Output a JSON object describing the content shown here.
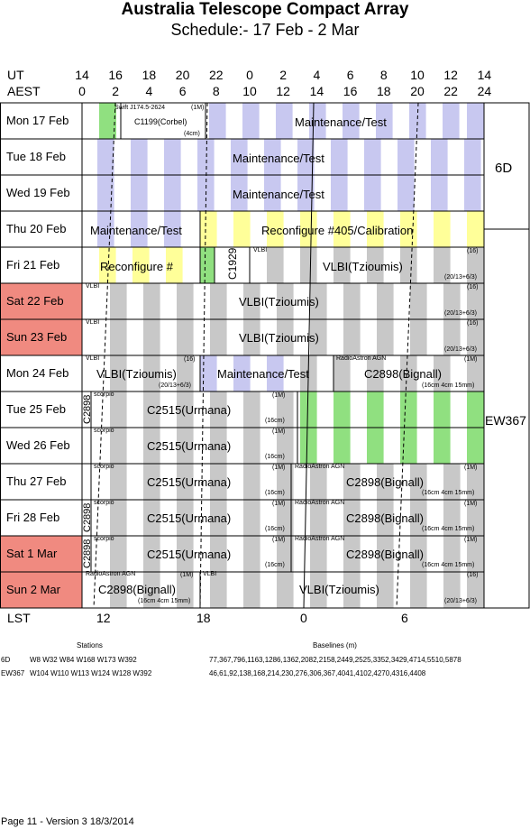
{
  "title": "Australia Telescope Compact Array",
  "subtitle": "Schedule:- 17 Feb - 2  Mar",
  "ut_label": "UT",
  "aest_label": "AEST",
  "ut_ticks": [
    "14",
    "16",
    "18",
    "20",
    "22",
    "0",
    "2",
    "4",
    "6",
    "8",
    "10",
    "12",
    "14"
  ],
  "aest_ticks": [
    "0",
    "2",
    "4",
    "6",
    "8",
    "10",
    "12",
    "14",
    "16",
    "18",
    "20",
    "22",
    "24"
  ],
  "lst_label": "LST",
  "lst_ticks": [
    "12",
    "18",
    "0",
    "6"
  ],
  "config_labels": [
    "6D",
    "EW367"
  ],
  "days": [
    {
      "label": "Mon  17 Feb",
      "weekend": false
    },
    {
      "label": "Tue   18 Feb",
      "weekend": false
    },
    {
      "label": "Wed  19 Feb",
      "weekend": false
    },
    {
      "label": "Thu   20 Feb",
      "weekend": false
    },
    {
      "label": "Fri    21 Feb",
      "weekend": false
    },
    {
      "label": "Sat   22 Feb",
      "weekend": true
    },
    {
      "label": "Sun   23 Feb",
      "weekend": true
    },
    {
      "label": "Mon  24 Feb",
      "weekend": false
    },
    {
      "label": "Tue   25 Feb",
      "weekend": false
    },
    {
      "label": "Wed  26 Feb",
      "weekend": false
    },
    {
      "label": "Thu   27 Feb",
      "weekend": false
    },
    {
      "label": "Fri    28 Feb",
      "weekend": false
    },
    {
      "label": "Sat    1  Mar",
      "weekend": true
    },
    {
      "label": "Sun   2  Mar",
      "weekend": true
    }
  ],
  "blocks": {
    "mon17_swift": "Swift J174.5-2624",
    "mon17_swift_code": "(1M)",
    "mon17_c1199": "C1199(Corbel)",
    "mon17_c1199_band": "(4cm)",
    "mon17_maint": "Maintenance/Test",
    "tue18_maint": "Maintenance/Test",
    "wed19_maint": "Maintenance/Test",
    "thu20_maint": "Maintenance/Test",
    "thu20_reconf": "Reconfigure #405/Calibration",
    "fri21_reconf": "Reconfigure #",
    "fri21_c1929": "C1929",
    "fri21_vlbi_small": "VLBI",
    "fri21_vlbi": "VLBI(Tzioumis)",
    "fri21_code": "(16)",
    "fri21_band": "(20/13+6/3)",
    "sat22_vlbi_small": "VLBI",
    "sat22_vlbi": "VLBI(Tzioumis)",
    "sat22_code": "(16)",
    "sat22_band": "(20/13+6/3)",
    "sun23_vlbi_small": "VLBI",
    "sun23_vlbi": "VLBI(Tzioumis)",
    "sun23_code": "(16)",
    "sun23_band": "(20/13+6/3)",
    "mon24_vlbi_small": "VLBI",
    "mon24_vlbi": "VLBI(Tzioumis)",
    "mon24_code": "(16)",
    "mon24_band": "(20/13+6/3)",
    "mon24_maint": "Maintenance/Test",
    "mon24_radioastron": "RadioAstron AGN",
    "mon24_c2898": "C2898(Bignall)",
    "mon24_c2898_code": "(1M)",
    "mon24_c2898_band": "(16cm 4cm 15mm)",
    "tue25_c2898": "C2898",
    "tue25_scorpio": "scorpio",
    "tue25_c2515": "C2515(Urmana)",
    "tue25_code": "(1M)",
    "tue25_band": "(16cm)",
    "wed26_scorpio": "scorpio",
    "wed26_c2515": "C2515(Urmana)",
    "wed26_code": "(1M)",
    "wed26_band": "(16cm)",
    "thu27_scorpio": "scorpio",
    "thu27_c2515": "C2515(Urmana)",
    "thu27_code": "(1M)",
    "thu27_band": "(16cm)",
    "thu27_radioastron": "RadioAstron AGN",
    "thu27_c2898": "C2898(Bignall)",
    "thu27_c2898_code": "(1M)",
    "thu27_c2898_band": "(16cm 4cm 15mm)",
    "fri28_c2898": "C2898",
    "fri28_scorpio": "scorpio",
    "fri28_c2515": "C2515(Urmana)",
    "fri28_code": "(1M)",
    "fri28_band": "(16cm)",
    "fri28_radioastron": "RadioAstron AGN",
    "fri28_c2898b": "C2898(Bignall)",
    "fri28_c2898b_code": "(1M)",
    "fri28_c2898b_band": "(16cm 4cm 15mm)",
    "sat1_c2898": "C2898",
    "sat1_scorpio": "scorpio",
    "sat1_c2515": "C2515(Urmana)",
    "sat1_code": "(1M)",
    "sat1_band": "(16cm)",
    "sat1_radioastron": "RadioAstron AGN",
    "sat1_c2898b": "C2898(Bignall)",
    "sat1_c2898b_code": "(1M)",
    "sat1_c2898b_band": "(16cm 4cm 15mm)",
    "sun2_radioastron": "RadioAstron AGN",
    "sun2_c2898": "C2898(Bignall)",
    "sun2_c2898_code": "(1M)",
    "sun2_c2898_band": "(16cm 4cm 15mm)",
    "sun2_vlbi_small": "VLBI",
    "sun2_vlbi": "VLBI(Tzioumis)",
    "sun2_code": "(16)",
    "sun2_band": "(20/13+6/3)"
  },
  "stations": {
    "heading": "Stations",
    "baselines_heading": "Baselines (m)",
    "rows": [
      {
        "config": "6D",
        "stations": "W8 W32 W84 W168 W173 W392",
        "baselines": "77,367,796,1163,1286,1362,2082,2158,2449,2525,3352,3429,4714,5510,5878"
      },
      {
        "config": "EW367",
        "stations": "W104 W110 W113 W124 W128 W392",
        "baselines": "46,61,92,138,168,214,230,276,306,367,4041,4102,4270,4316,4408"
      }
    ]
  },
  "footer": "Page 11 - Version 3  18/3/2014",
  "colors": {
    "weekend": "#f08a80",
    "lst_stripe": "#c8c8c8",
    "night_stripe": "#c8c8f0",
    "reconfig_stripe": "#ffff99",
    "green_stripe": "#90e080"
  }
}
